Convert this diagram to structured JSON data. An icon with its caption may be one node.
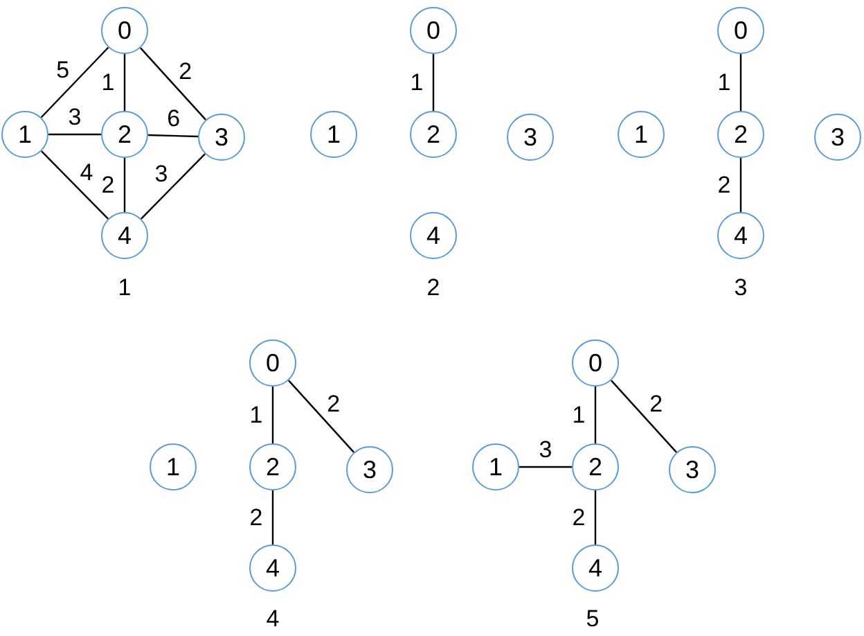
{
  "diagram": {
    "nodes": [
      {
        "text": [
          "0"
        ]
      },
      {
        "text": [
          "1"
        ]
      },
      {
        "text": [
          "2"
        ]
      },
      {
        "text": [
          "3"
        ]
      },
      {
        "text": [
          "4"
        ]
      },
      {
        "text": [
          "0"
        ]
      },
      {
        "text": [
          "1"
        ]
      },
      {
        "text": [
          "2"
        ]
      },
      {
        "text": [
          "3"
        ]
      },
      {
        "text": [
          "4"
        ]
      },
      {
        "text": [
          "0"
        ]
      },
      {
        "text": [
          "1"
        ]
      },
      {
        "text": [
          "2"
        ]
      },
      {
        "text": [
          "3"
        ]
      },
      {
        "text": [
          "4"
        ]
      },
      {
        "text": [
          "0"
        ]
      },
      {
        "text": [
          "1"
        ]
      },
      {
        "text": [
          "2"
        ]
      },
      {
        "text": [
          "3"
        ]
      },
      {
        "text": [
          "4"
        ]
      },
      {
        "text": [
          "0"
        ]
      },
      {
        "text": [
          "1"
        ]
      },
      {
        "text": [
          "2"
        ]
      },
      {
        "text": [
          "3"
        ]
      },
      {
        "text": [
          "4"
        ]
      }
    ],
    "edges": [
      {
        "from": 0,
        "to": 1,
        "arrow": "none",
        "label": "5"
      },
      {
        "from": 0,
        "to": 2,
        "arrow": "none",
        "label": "1"
      },
      {
        "from": 0,
        "to": 3,
        "arrow": "none",
        "label": "2"
      },
      {
        "from": 1,
        "to": 2,
        "arrow": "none",
        "label": "3"
      },
      {
        "from": 2,
        "to": 3,
        "arrow": "none",
        "label": "6"
      },
      {
        "from": 1,
        "to": 4,
        "arrow": "none",
        "label": "4"
      },
      {
        "from": 2,
        "to": 4,
        "arrow": "none",
        "label": "2"
      },
      {
        "from": 3,
        "to": 4,
        "arrow": "none",
        "label": "3"
      },
      {
        "from": 5,
        "to": 7,
        "arrow": "none",
        "label": "1"
      },
      {
        "from": 10,
        "to": 12,
        "arrow": "none",
        "label": "1"
      },
      {
        "from": 12,
        "to": 14,
        "arrow": "none",
        "label": "2"
      },
      {
        "from": 15,
        "to": 17,
        "arrow": "none",
        "label": "1"
      },
      {
        "from": 15,
        "to": 18,
        "arrow": "none",
        "label": "2"
      },
      {
        "from": 17,
        "to": 19,
        "arrow": "none",
        "label": "2"
      },
      {
        "from": 20,
        "to": 22,
        "arrow": "none",
        "label": "1"
      },
      {
        "from": 20,
        "to": 23,
        "arrow": "none",
        "label": "2"
      },
      {
        "from": 21,
        "to": 22,
        "arrow": "none",
        "label": "3"
      },
      {
        "from": 22,
        "to": 24,
        "arrow": "none",
        "label": "2"
      }
    ],
    "labels": [
      "1",
      "2",
      "3",
      "4",
      "5"
    ]
  }
}
